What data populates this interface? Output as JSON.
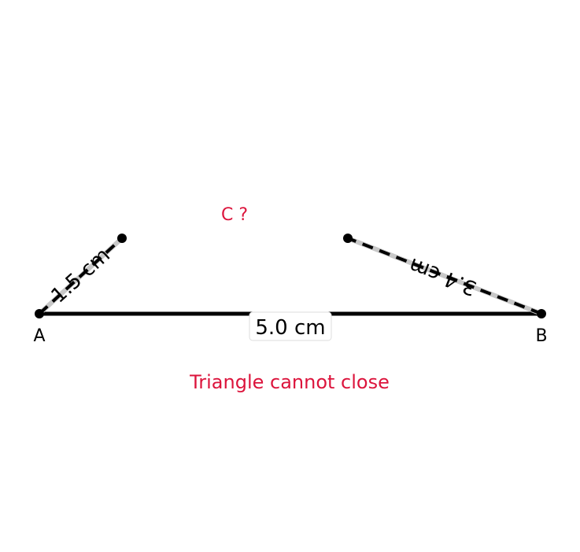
{
  "figure": {
    "points": {
      "A": "A",
      "B": "B",
      "C_query": "C ?"
    },
    "segments": {
      "AB_length": "5.0 cm",
      "AC_length": "1.5 cm",
      "BC_length": "3.4 cm"
    },
    "message": "Triangle cannot close",
    "colors": {
      "line": "#000000",
      "dash_shadow": "#c8c8c8",
      "highlight": "#dc143c"
    }
  }
}
